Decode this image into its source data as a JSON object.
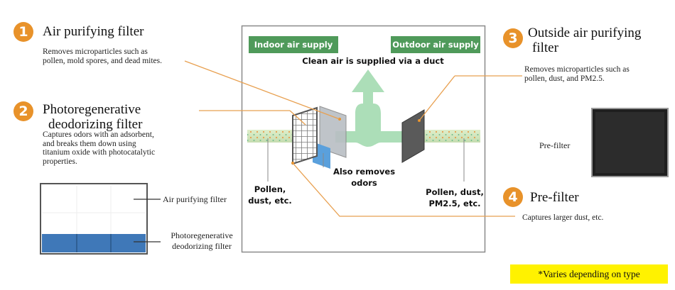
{
  "items": [
    {
      "num": "1",
      "title_lines": [
        "Air purifying filter"
      ],
      "desc_lines": [
        "Removes microparticles such as",
        "pollen, mold spores, and dead mites."
      ]
    },
    {
      "num": "2",
      "title_lines": [
        "Photoregenerative",
        "deodorizing filter"
      ],
      "desc_lines": [
        "Captures odors with an adsorbent,",
        "and breaks them down using",
        "titanium oxide with photocatalytic",
        "properties."
      ]
    },
    {
      "num": "3",
      "title_lines": [
        "Outside air purifying",
        "filter"
      ],
      "desc_lines": [
        "Removes microparticles such as",
        "pollen, dust, and PM2.5."
      ]
    },
    {
      "num": "4",
      "title_lines": [
        "Pre-filter"
      ],
      "desc_lines": [
        "Captures larger dust, etc."
      ]
    }
  ],
  "diagram": {
    "indoor_supply": "Indoor air supply",
    "outdoor_supply": "Outdoor air supply",
    "clean_air": "Clean air is supplied via a duct",
    "also_removes": "Also removes odors",
    "left_particles": [
      "Pollen,",
      "dust, etc."
    ],
    "right_particles": [
      "Pollen, dust,",
      "PM2.5, etc."
    ]
  },
  "filter_photo_labels": {
    "air_purifying": "Air purifying filter",
    "photoregenerative": [
      "Photoregenerative",
      "deodorizing filter"
    ]
  },
  "prefilter_photo_label": "Pre-filter",
  "note": "*Varies depending on type",
  "colors": {
    "badge": "#e8922a",
    "green_box": "#4f9a5a",
    "arrow": "#9fd9ad",
    "duct": "#cfe4bc",
    "note_bg": "#fff200",
    "leader": "#e8a050"
  }
}
